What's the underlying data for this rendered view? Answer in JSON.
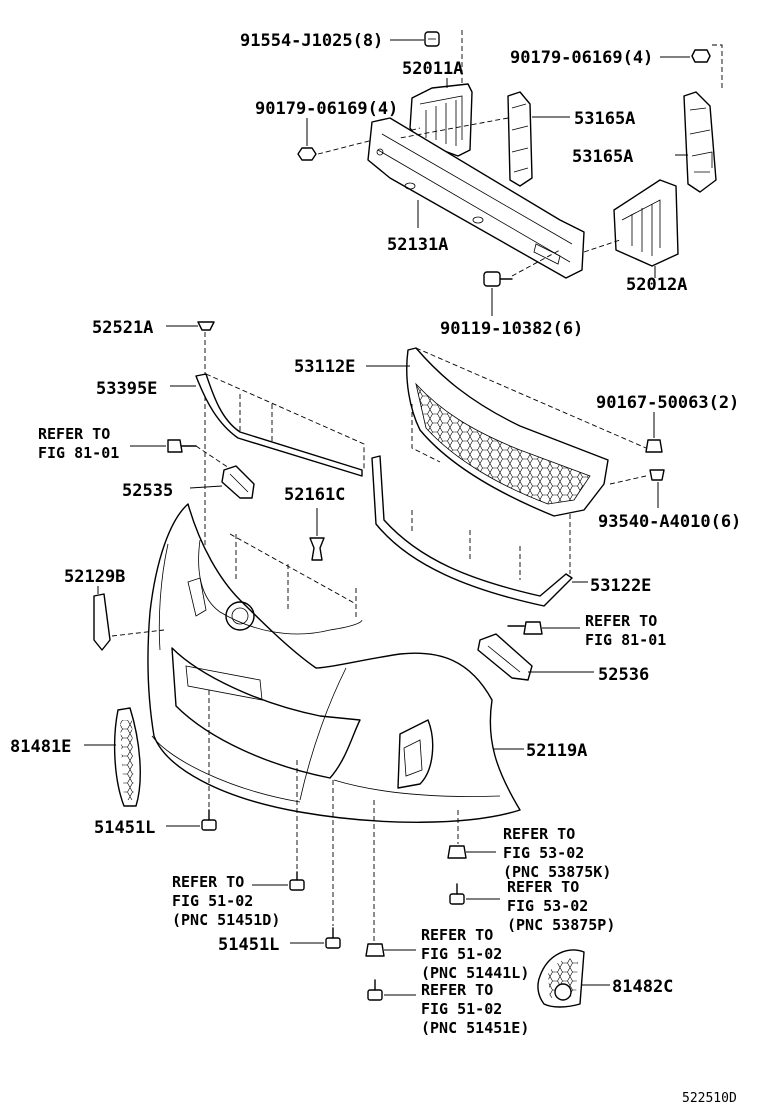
{
  "parts": {
    "p_91554": "91554-J1025(8)",
    "p_52011A": "52011A",
    "p_90179a": "90179-06169(4)",
    "p_90179b": "90179-06169(4)",
    "p_53165A_1": "53165A",
    "p_53165A_2": "53165A",
    "p_52131A": "52131A",
    "p_52012A": "52012A",
    "p_90119": "90119-10382(6)",
    "p_52521A": "52521A",
    "p_53112E": "53112E",
    "p_53395E": "53395E",
    "p_90167": "90167-50063(2)",
    "p_52535": "52535",
    "p_52161C": "52161C",
    "p_93540": "93540-A4010(6)",
    "p_53122E": "53122E",
    "p_52129B": "52129B",
    "p_52536": "52536",
    "p_81481E": "81481E",
    "p_52119A": "52119A",
    "p_51451L_1": "51451L",
    "p_51451L_2": "51451L",
    "p_81482C": "81482C"
  },
  "refs": {
    "r1": [
      "REFER TO",
      "FIG 81-01"
    ],
    "r2": [
      "REFER TO",
      "FIG 81-01"
    ],
    "r3": [
      "REFER TO",
      "FIG 53-02",
      "(PNC 53875K)"
    ],
    "r4": [
      "REFER TO",
      "FIG 53-02",
      "(PNC 53875P)"
    ],
    "r5": [
      "REFER TO",
      "FIG 51-02",
      "(PNC 51451D)"
    ],
    "r6": [
      "REFER TO",
      "FIG 51-02",
      "(PNC 51441L)"
    ],
    "r7": [
      "REFER TO",
      "FIG 51-02",
      "(PNC 51451E)"
    ]
  },
  "figure_code": "522510D"
}
